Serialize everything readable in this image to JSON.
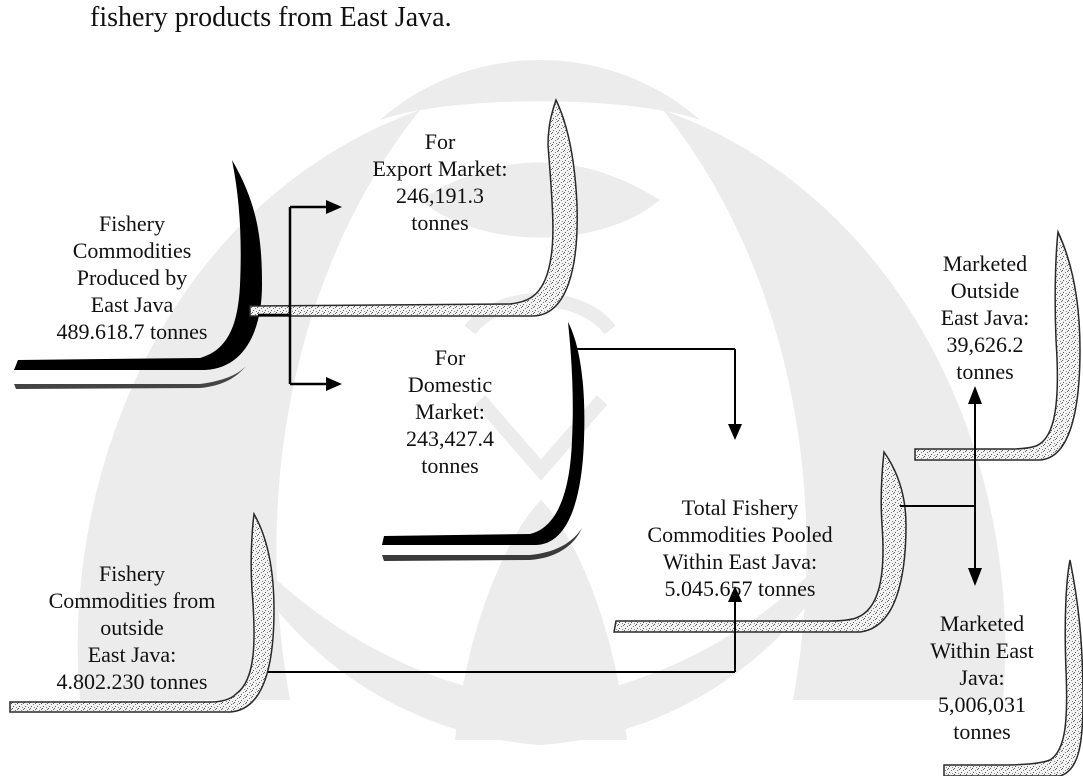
{
  "heading_fragment": "fishery products from East Java.",
  "nodes": {
    "production": {
      "line1": "Fishery",
      "line2": "Commodities",
      "line3": "Produced by",
      "line4": "East Java",
      "value": "489.618.7 tonnes"
    },
    "export": {
      "line1": "For",
      "line2": "Export Market:",
      "value": "246,191.3",
      "unit": "tonnes"
    },
    "domestic": {
      "line1": "For",
      "line2": "Domestic",
      "line3": "Market:",
      "value": "243,427.4",
      "unit": "tonnes"
    },
    "outside": {
      "line1": "Fishery",
      "line2": "Commodities from",
      "line3": "outside",
      "line4": "East Java:",
      "value": "4.802.230 tonnes"
    },
    "pooled": {
      "line1": "Total Fishery",
      "line2": "Commodities Pooled",
      "line3": "Within East Java:",
      "value": "5.045.657 tonnes"
    },
    "marketed_outside": {
      "line1": "Marketed",
      "line2": "Outside",
      "line3": "East Java:",
      "value": "39,626.2",
      "unit": "tonnes"
    },
    "marketed_within": {
      "line1": "Marketed",
      "line2": "Within East",
      "line3": "Java:",
      "value": "5,006,031",
      "unit": "tonnes"
    }
  },
  "colors": {
    "text": "#111111",
    "bold_shape": "#000000",
    "speckle_base": "#f2f2f2",
    "watermark": "#ececec"
  }
}
